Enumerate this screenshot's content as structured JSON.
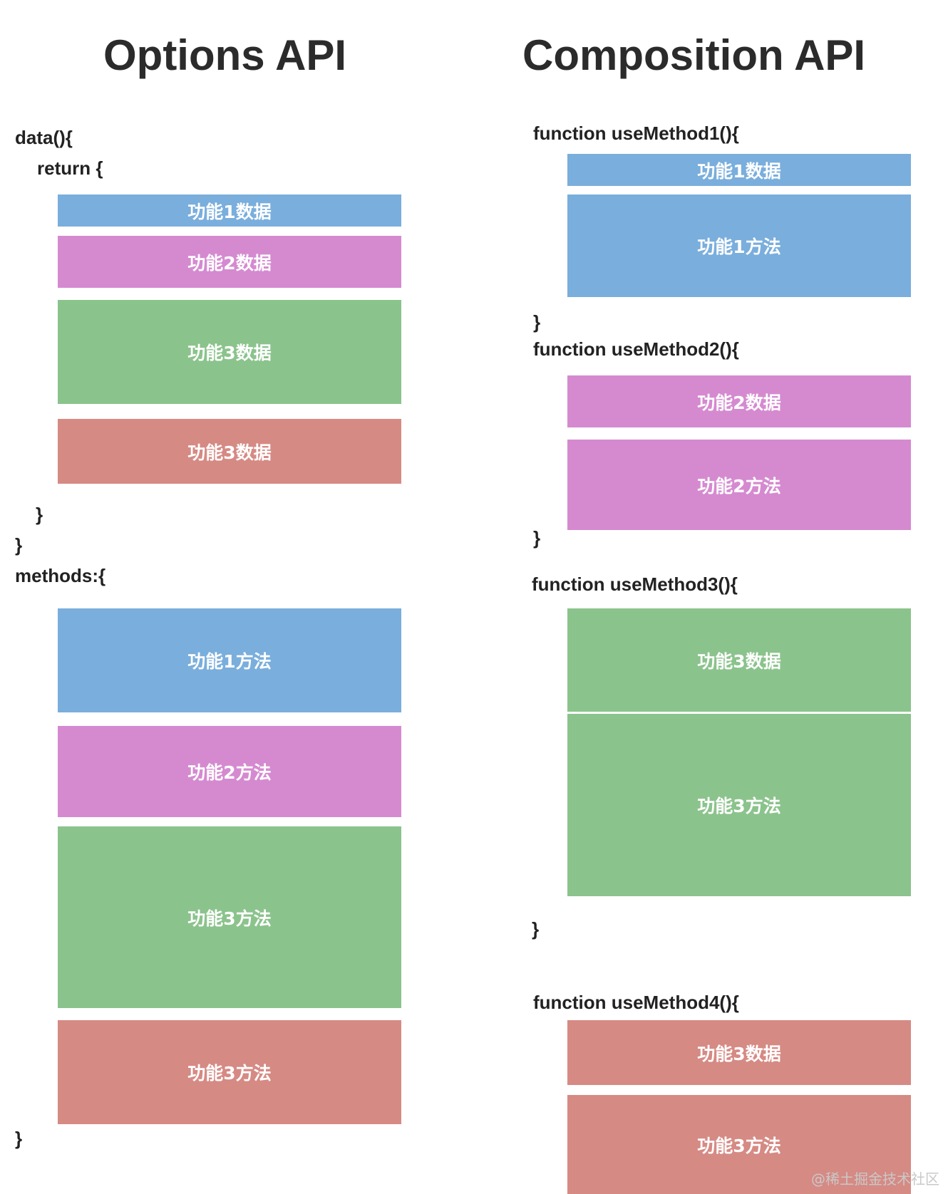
{
  "left": {
    "title": "Options API",
    "data_open": "data(){",
    "return_open": "return {",
    "return_close": "}",
    "data_close": "}",
    "methods_open": "methods:{",
    "methods_close": "}",
    "data_blocks": [
      {
        "label": "功能1数据",
        "color": "#7aaedc"
      },
      {
        "label": "功能2数据",
        "color": "#d58ad0"
      },
      {
        "label": "功能3数据",
        "color": "#8bc38c"
      },
      {
        "label": "功能3数据",
        "color": "#d68a84"
      }
    ],
    "method_blocks": [
      {
        "label": "功能1方法",
        "color": "#7aaedc"
      },
      {
        "label": "功能2方法",
        "color": "#d58ad0"
      },
      {
        "label": "功能3方法",
        "color": "#8bc38c"
      },
      {
        "label": "功能3方法",
        "color": "#d68a84"
      }
    ]
  },
  "right": {
    "title": "Composition API",
    "functions": [
      {
        "signature": "function useMethod1(){",
        "close": "}",
        "blocks": [
          {
            "label": "功能1数据",
            "color": "#7aaedc"
          },
          {
            "label": "功能1方法",
            "color": "#7aaedc"
          }
        ]
      },
      {
        "signature": "function useMethod2(){",
        "close": "}",
        "blocks": [
          {
            "label": "功能2数据",
            "color": "#d58ad0"
          },
          {
            "label": "功能2方法",
            "color": "#d58ad0"
          }
        ]
      },
      {
        "signature": "function useMethod3(){",
        "close": "}",
        "blocks": [
          {
            "label": "功能3数据",
            "color": "#8bc38c"
          },
          {
            "label": "功能3方法",
            "color": "#8bc38c"
          }
        ]
      },
      {
        "signature": "function useMethod4(){",
        "blocks": [
          {
            "label": "功能3数据",
            "color": "#d68a84"
          },
          {
            "label": "功能3方法",
            "color": "#d68a84"
          }
        ]
      }
    ]
  },
  "watermark": "@稀土掘金技术社区"
}
